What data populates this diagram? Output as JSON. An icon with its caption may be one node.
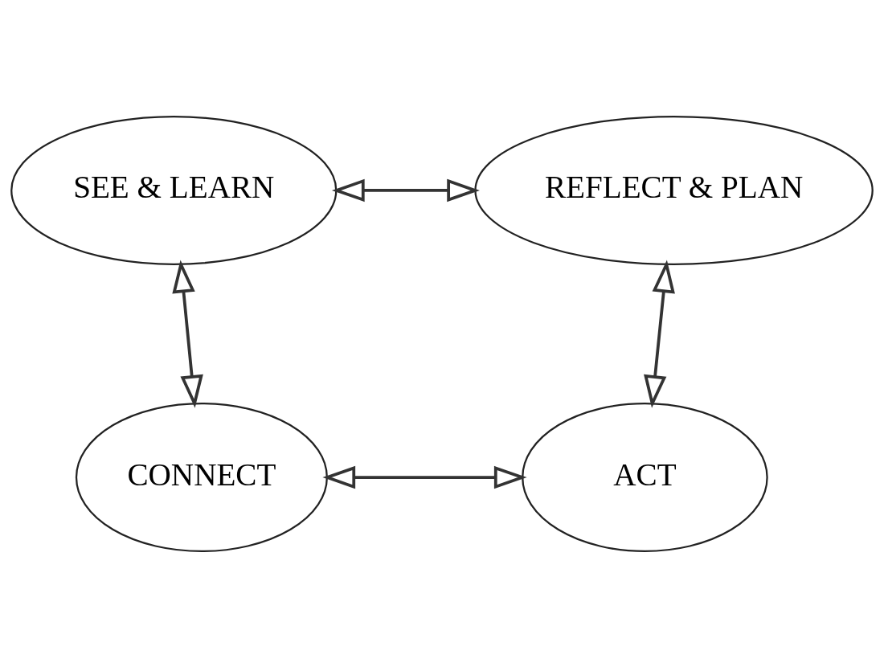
{
  "diagram": {
    "nodes": [
      {
        "text": [
          "SEE & LEARN"
        ]
      },
      {
        "text": [
          "REFLECT & PLAN"
        ]
      },
      {
        "text": [
          "CONNECT"
        ]
      },
      {
        "text": [
          "ACT"
        ]
      }
    ],
    "edges": [
      {
        "from": 0,
        "to": 1,
        "arrow": "both"
      },
      {
        "from": 0,
        "to": 2,
        "arrow": "both"
      },
      {
        "from": 1,
        "to": 3,
        "arrow": "both"
      },
      {
        "from": 2,
        "to": 3,
        "arrow": "both"
      }
    ]
  }
}
